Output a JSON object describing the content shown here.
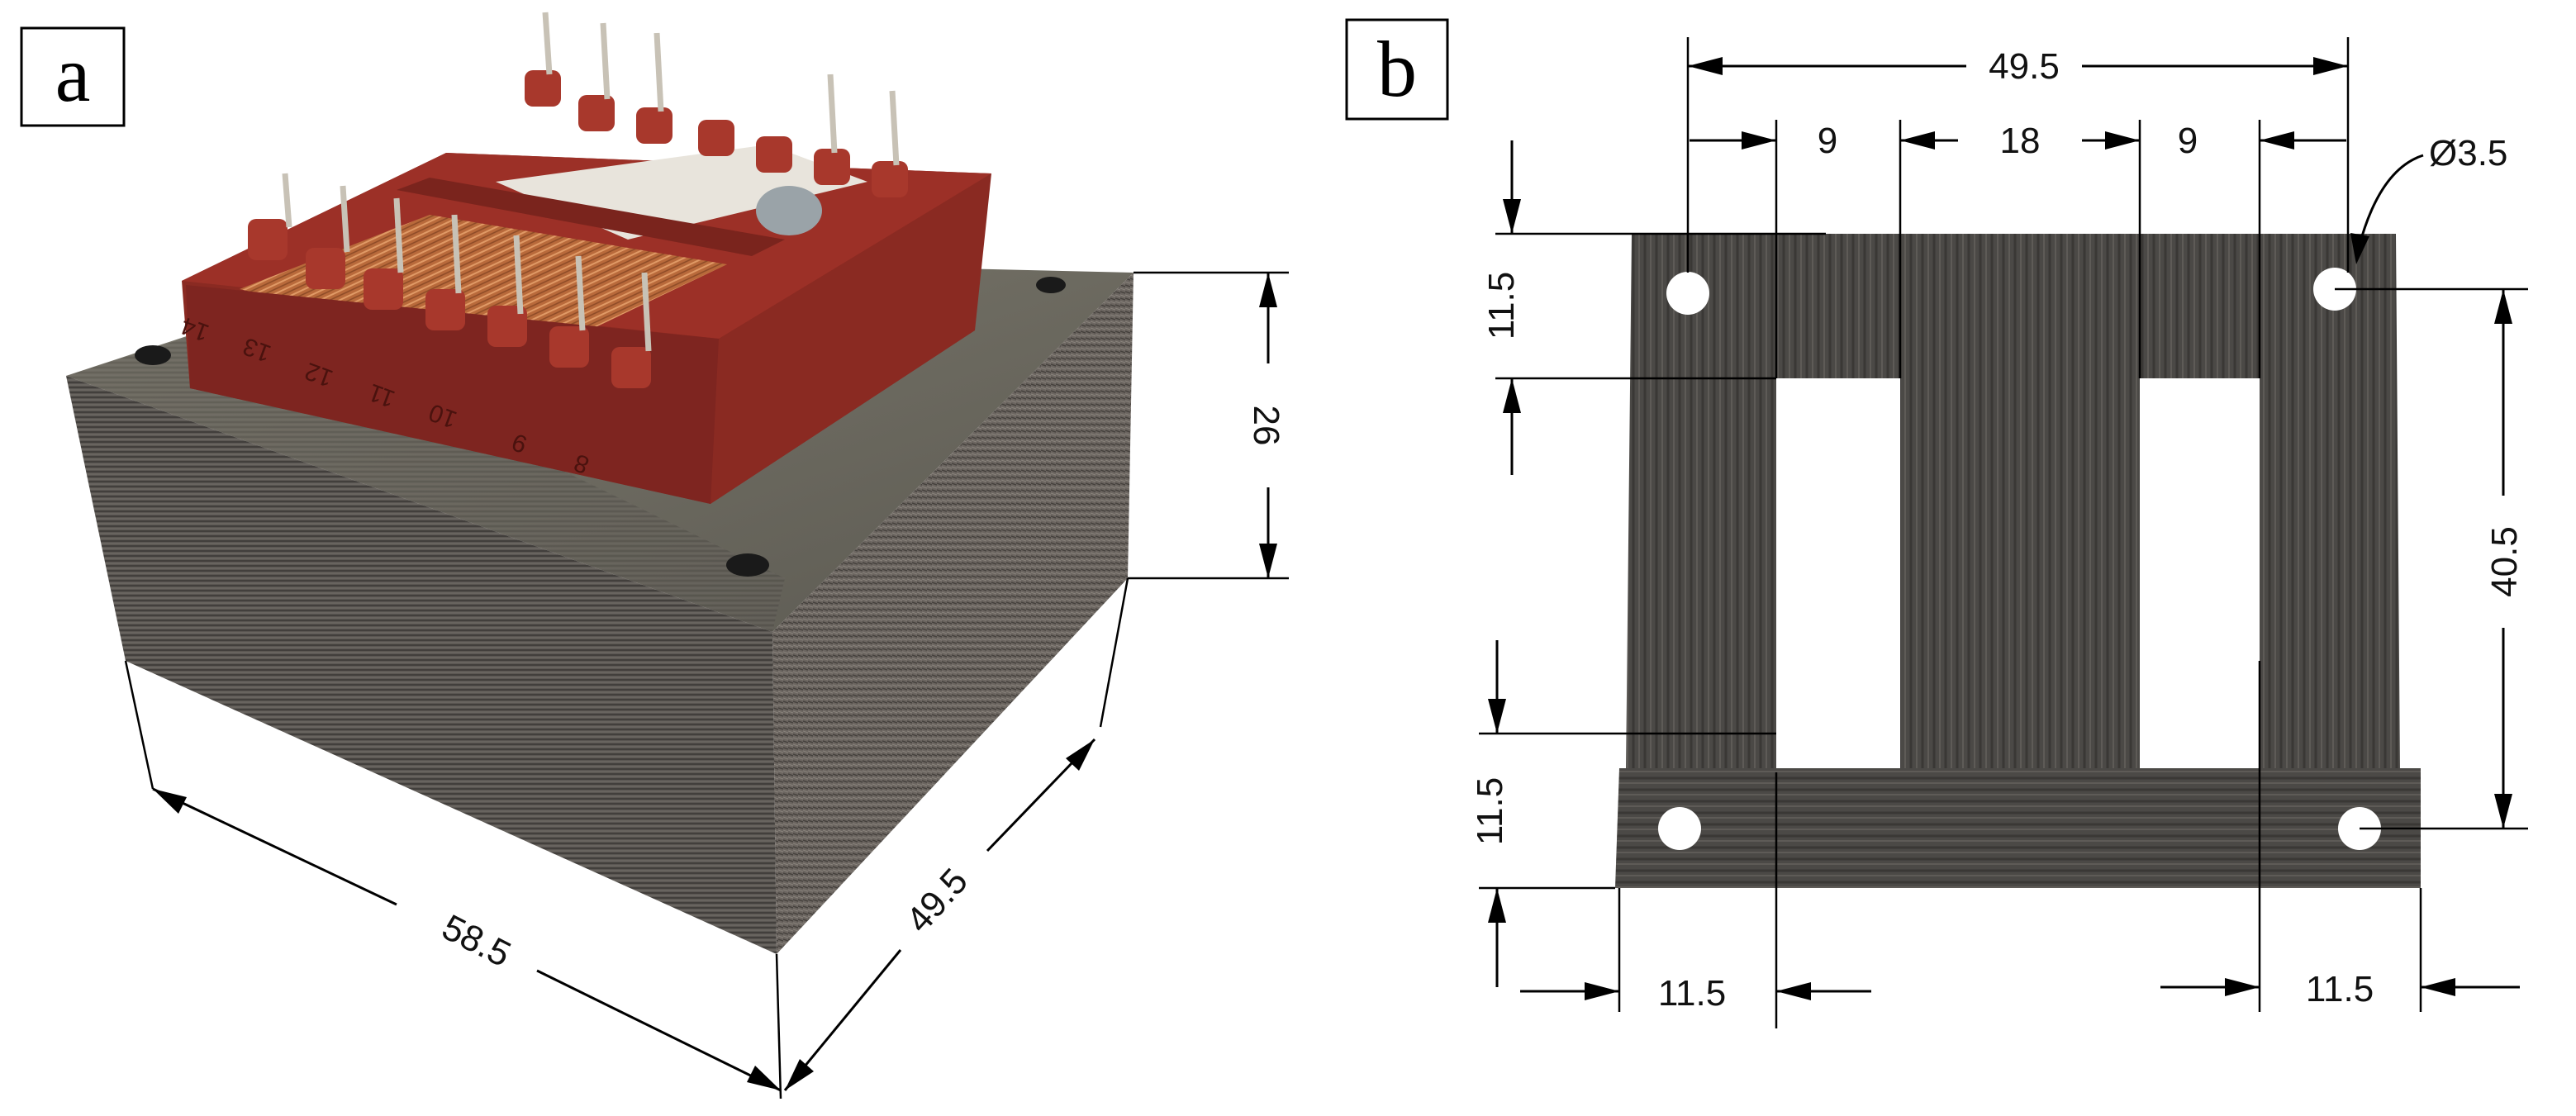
{
  "panels": {
    "a": {
      "label": "a",
      "dimensions": {
        "length": "58.5",
        "width": "49.5",
        "height": "26"
      },
      "bobbin_pin_numbers": [
        "8",
        "9",
        "10",
        "11",
        "12",
        "13",
        "14"
      ]
    },
    "b": {
      "label": "b",
      "dimensions": {
        "overall_hole_spacing": "49.5",
        "left_leg_gap": "9",
        "center_leg": "18",
        "right_leg_gap": "9",
        "hole_diameter": "Ø3.5",
        "top_yoke": "11.5",
        "bottom_yoke": "11.5",
        "window_height": "40.5",
        "left_leg": "11.5",
        "right_leg": "11.5"
      }
    }
  },
  "colors": {
    "lamination_dark": "#4a4744",
    "lamination_mid": "#6a6662",
    "bobbin_red": "#8a2a22",
    "bobbin_red_light": "#a8382c",
    "copper": "#c77a4a",
    "insulation_white": "#e8e4dc",
    "dimension_line": "#000000"
  }
}
